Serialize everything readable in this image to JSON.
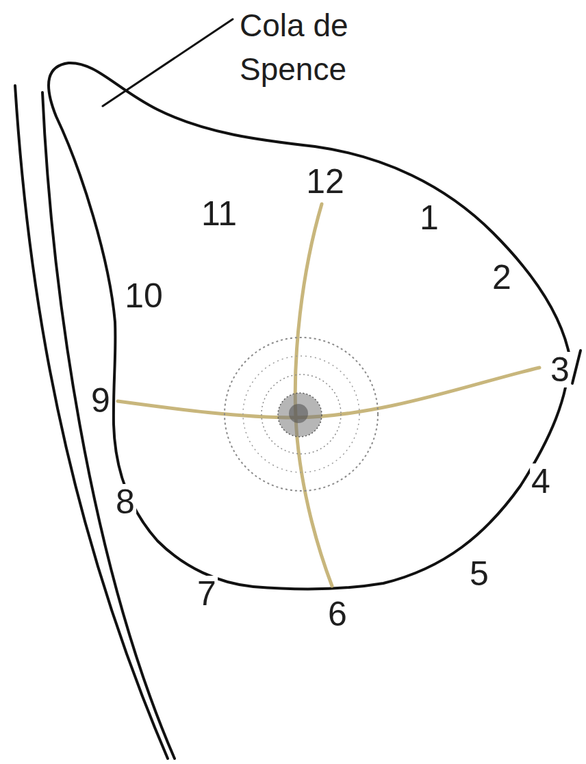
{
  "diagram": {
    "labels": [
      "Cola de Spence",
      "12",
      "11",
      "1",
      "2",
      "10",
      "9",
      "3",
      "8",
      "4",
      "7",
      "5",
      "6"
    ]
  }
}
